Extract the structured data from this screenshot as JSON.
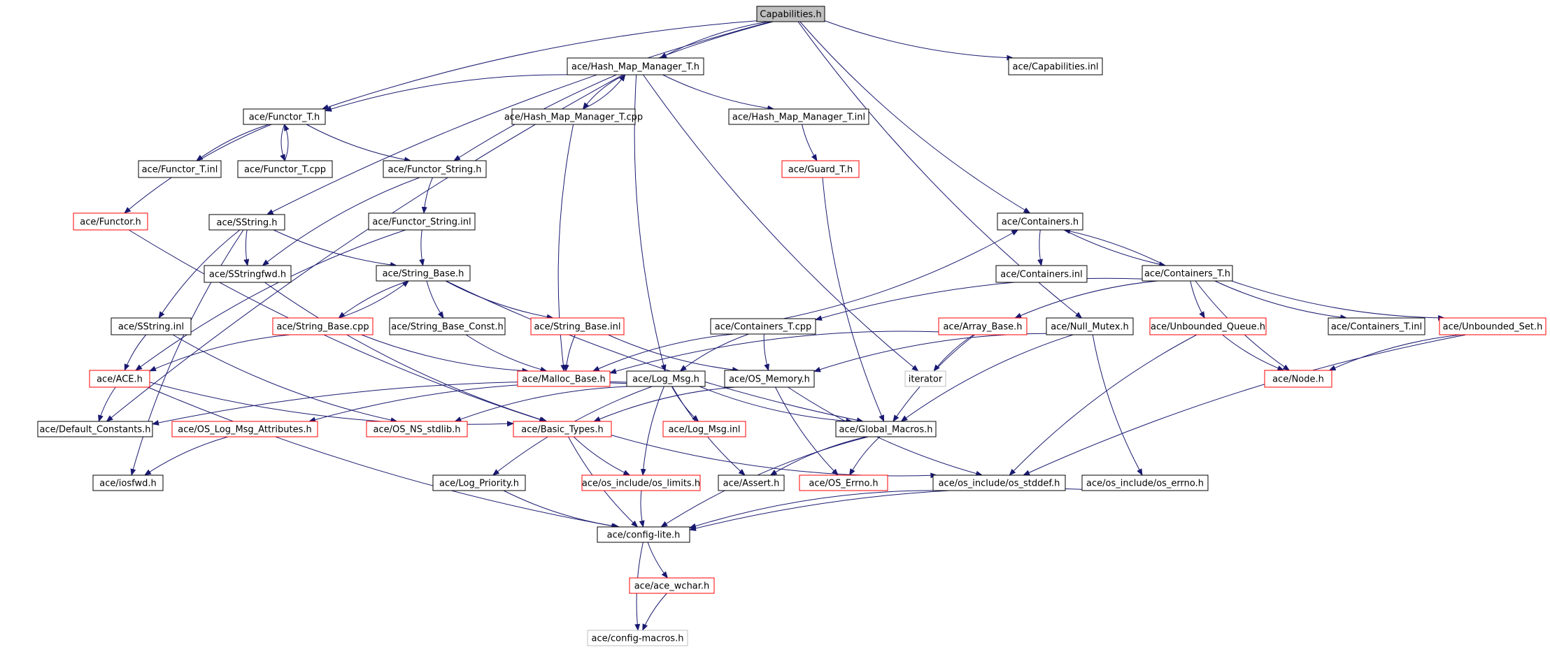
{
  "colors": {
    "edge": "#191970",
    "border_normal": "#000000",
    "border_truncated": "#ff0000",
    "border_external": "#bfbfbf",
    "root_fill": "#bfbfbf",
    "node_fill": "#ffffff"
  },
  "nodes": [
    {
      "id": "cap_h",
      "label": "Capabilities.h",
      "kind": "root"
    },
    {
      "id": "hmm_h",
      "label": "ace/Hash_Map_Manager_T.h",
      "kind": "normal"
    },
    {
      "id": "cap_inl",
      "label": "ace/Capabilities.inl",
      "kind": "normal"
    },
    {
      "id": "functor_t_h",
      "label": "ace/Functor_T.h",
      "kind": "normal"
    },
    {
      "id": "hmm_cpp",
      "label": "ace/Hash_Map_Manager_T.cpp",
      "kind": "normal"
    },
    {
      "id": "hmm_inl",
      "label": "ace/Hash_Map_Manager_T.inl",
      "kind": "normal"
    },
    {
      "id": "functor_t_inl",
      "label": "ace/Functor_T.inl",
      "kind": "normal"
    },
    {
      "id": "functor_t_cpp",
      "label": "ace/Functor_T.cpp",
      "kind": "normal"
    },
    {
      "id": "functor_string_h",
      "label": "ace/Functor_String.h",
      "kind": "normal"
    },
    {
      "id": "guard_t_h",
      "label": "ace/Guard_T.h",
      "kind": "truncated"
    },
    {
      "id": "functor_h",
      "label": "ace/Functor.h",
      "kind": "truncated"
    },
    {
      "id": "sstring_h",
      "label": "ace/SString.h",
      "kind": "normal"
    },
    {
      "id": "functor_string_inl",
      "label": "ace/Functor_String.inl",
      "kind": "normal"
    },
    {
      "id": "containers_h",
      "label": "ace/Containers.h",
      "kind": "normal"
    },
    {
      "id": "sstringfwd_h",
      "label": "ace/SStringfwd.h",
      "kind": "normal"
    },
    {
      "id": "string_base_h",
      "label": "ace/String_Base.h",
      "kind": "normal"
    },
    {
      "id": "containers_inl",
      "label": "ace/Containers.inl",
      "kind": "normal"
    },
    {
      "id": "containers_t_h",
      "label": "ace/Containers_T.h",
      "kind": "normal"
    },
    {
      "id": "sstring_inl",
      "label": "ace/SString.inl",
      "kind": "normal"
    },
    {
      "id": "string_base_cpp",
      "label": "ace/String_Base.cpp",
      "kind": "truncated"
    },
    {
      "id": "string_base_const_h",
      "label": "ace/String_Base_Const.h",
      "kind": "normal"
    },
    {
      "id": "string_base_inl",
      "label": "ace/String_Base.inl",
      "kind": "truncated"
    },
    {
      "id": "containers_t_cpp",
      "label": "ace/Containers_T.cpp",
      "kind": "normal"
    },
    {
      "id": "array_base_h",
      "label": "ace/Array_Base.h",
      "kind": "truncated"
    },
    {
      "id": "null_mutex_h",
      "label": "ace/Null_Mutex.h",
      "kind": "normal"
    },
    {
      "id": "unbounded_queue_h",
      "label": "ace/Unbounded_Queue.h",
      "kind": "truncated"
    },
    {
      "id": "containers_t_inl",
      "label": "ace/Containers_T.inl",
      "kind": "normal"
    },
    {
      "id": "unbounded_set_h",
      "label": "ace/Unbounded_Set.h",
      "kind": "truncated"
    },
    {
      "id": "ace_h",
      "label": "ace/ACE.h",
      "kind": "truncated"
    },
    {
      "id": "malloc_base_h",
      "label": "ace/Malloc_Base.h",
      "kind": "truncated"
    },
    {
      "id": "log_msg_h",
      "label": "ace/Log_Msg.h",
      "kind": "normal"
    },
    {
      "id": "os_memory_h",
      "label": "ace/OS_Memory.h",
      "kind": "normal"
    },
    {
      "id": "iterator",
      "label": "iterator",
      "kind": "external"
    },
    {
      "id": "node_h",
      "label": "ace/Node.h",
      "kind": "truncated"
    },
    {
      "id": "default_constants_h",
      "label": "ace/Default_Constants.h",
      "kind": "normal"
    },
    {
      "id": "os_log_msg_attr_h",
      "label": "ace/OS_Log_Msg_Attributes.h",
      "kind": "truncated"
    },
    {
      "id": "os_ns_stdlib_h",
      "label": "ace/OS_NS_stdlib.h",
      "kind": "truncated"
    },
    {
      "id": "basic_types_h",
      "label": "ace/Basic_Types.h",
      "kind": "truncated"
    },
    {
      "id": "log_msg_inl",
      "label": "ace/Log_Msg.inl",
      "kind": "truncated"
    },
    {
      "id": "global_macros_h",
      "label": "ace/Global_Macros.h",
      "kind": "normal"
    },
    {
      "id": "iosfwd_h",
      "label": "ace/iosfwd.h",
      "kind": "normal"
    },
    {
      "id": "log_priority_h",
      "label": "ace/Log_Priority.h",
      "kind": "normal"
    },
    {
      "id": "os_limits_h",
      "label": "ace/os_include/os_limits.h",
      "kind": "truncated"
    },
    {
      "id": "assert_h",
      "label": "ace/Assert.h",
      "kind": "normal"
    },
    {
      "id": "os_errno_h",
      "label": "ace/OS_Errno.h",
      "kind": "truncated"
    },
    {
      "id": "os_stddef_h",
      "label": "ace/os_include/os_stddef.h",
      "kind": "normal"
    },
    {
      "id": "os_errno2_h",
      "label": "ace/os_include/os_errno.h",
      "kind": "normal"
    },
    {
      "id": "config_lite_h",
      "label": "ace/config-lite.h",
      "kind": "normal"
    },
    {
      "id": "ace_wchar_h",
      "label": "ace/ace_wchar.h",
      "kind": "truncated"
    },
    {
      "id": "config_macros_h",
      "label": "ace/config-macros.h",
      "kind": "external"
    }
  ],
  "edges": [
    [
      "cap_h",
      "hmm_h"
    ],
    [
      "cap_h",
      "cap_inl"
    ],
    [
      "cap_h",
      "containers_h"
    ],
    [
      "cap_h",
      "null_mutex_h"
    ],
    [
      "cap_h",
      "sstring_h"
    ],
    [
      "cap_h",
      "functor_string_h"
    ],
    [
      "cap_h",
      "functor_t_h"
    ],
    [
      "hmm_h",
      "functor_t_h"
    ],
    [
      "hmm_h",
      "hmm_cpp"
    ],
    [
      "hmm_h",
      "hmm_inl"
    ],
    [
      "hmm_h",
      "default_constants_h"
    ],
    [
      "hmm_h",
      "log_msg_h"
    ],
    [
      "hmm_h",
      "iterator"
    ],
    [
      "hmm_cpp",
      "hmm_h"
    ],
    [
      "hmm_cpp",
      "malloc_base_h"
    ],
    [
      "hmm_inl",
      "guard_t_h"
    ],
    [
      "guard_t_h",
      "global_macros_h"
    ],
    [
      "functor_t_h",
      "functor_t_inl"
    ],
    [
      "functor_t_h",
      "functor_t_cpp"
    ],
    [
      "functor_t_cpp",
      "functor_t_h"
    ],
    [
      "functor_t_h",
      "functor_string_h"
    ],
    [
      "functor_t_h",
      "functor_h"
    ],
    [
      "functor_h",
      "basic_types_h"
    ],
    [
      "functor_string_h",
      "functor_string_inl"
    ],
    [
      "functor_string_h",
      "sstringfwd_h"
    ],
    [
      "functor_string_inl",
      "string_base_h"
    ],
    [
      "functor_string_inl",
      "ace_h"
    ],
    [
      "sstring_h",
      "sstringfwd_h"
    ],
    [
      "sstring_h",
      "string_base_h"
    ],
    [
      "sstring_h",
      "sstring_inl"
    ],
    [
      "sstring_h",
      "iosfwd_h"
    ],
    [
      "sstringfwd_h",
      "basic_types_h"
    ],
    [
      "sstring_inl",
      "ace_h"
    ],
    [
      "sstring_inl",
      "os_ns_stdlib_h"
    ],
    [
      "string_base_h",
      "string_base_cpp"
    ],
    [
      "string_base_cpp",
      "string_base_h"
    ],
    [
      "string_base_h",
      "string_base_const_h"
    ],
    [
      "string_base_h",
      "string_base_inl"
    ],
    [
      "string_base_h",
      "global_macros_h"
    ],
    [
      "string_base_cpp",
      "ace_h"
    ],
    [
      "string_base_cpp",
      "malloc_base_h"
    ],
    [
      "string_base_const_h",
      "malloc_base_h"
    ],
    [
      "string_base_inl",
      "malloc_base_h"
    ],
    [
      "string_base_inl",
      "os_memory_h"
    ],
    [
      "containers_h",
      "containers_inl"
    ],
    [
      "containers_h",
      "containers_t_h"
    ],
    [
      "containers_t_h",
      "containers_h"
    ],
    [
      "containers_t_h",
      "containers_t_cpp"
    ],
    [
      "containers_t_h",
      "array_base_h"
    ],
    [
      "containers_t_h",
      "unbounded_queue_h"
    ],
    [
      "containers_t_h",
      "containers_t_inl"
    ],
    [
      "containers_t_h",
      "unbounded_set_h"
    ],
    [
      "containers_t_h",
      "node_h"
    ],
    [
      "containers_t_cpp",
      "containers_h"
    ],
    [
      "containers_t_cpp",
      "malloc_base_h"
    ],
    [
      "containers_t_cpp",
      "log_msg_h"
    ],
    [
      "containers_t_cpp",
      "os_memory_h"
    ],
    [
      "array_base_h",
      "malloc_base_h"
    ],
    [
      "array_base_h",
      "iterator"
    ],
    [
      "array_base_h",
      "global_macros_h"
    ],
    [
      "null_mutex_h",
      "os_memory_h"
    ],
    [
      "null_mutex_h",
      "global_macros_h"
    ],
    [
      "null_mutex_h",
      "os_errno2_h"
    ],
    [
      "unbounded_queue_h",
      "node_h"
    ],
    [
      "unbounded_queue_h",
      "os_stddef_h"
    ],
    [
      "unbounded_set_h",
      "node_h"
    ],
    [
      "unbounded_set_h",
      "os_stddef_h"
    ],
    [
      "ace_h",
      "default_constants_h"
    ],
    [
      "ace_h",
      "basic_types_h"
    ],
    [
      "ace_h",
      "config_lite_h"
    ],
    [
      "log_msg_h",
      "default_constants_h"
    ],
    [
      "log_msg_h",
      "os_log_msg_attr_h"
    ],
    [
      "log_msg_h",
      "os_ns_stdlib_h"
    ],
    [
      "log_msg_h",
      "log_msg_inl"
    ],
    [
      "log_msg_h",
      "global_macros_h"
    ],
    [
      "log_msg_h",
      "log_priority_h"
    ],
    [
      "log_msg_h",
      "os_limits_h"
    ],
    [
      "log_msg_h",
      "assert_h"
    ],
    [
      "os_memory_h",
      "basic_types_h"
    ],
    [
      "os_memory_h",
      "os_errno_h"
    ],
    [
      "os_memory_h",
      "os_stddef_h"
    ],
    [
      "os_log_msg_attr_h",
      "iosfwd_h"
    ],
    [
      "basic_types_h",
      "os_limits_h"
    ],
    [
      "basic_types_h",
      "os_stddef_h"
    ],
    [
      "basic_types_h",
      "config_lite_h"
    ],
    [
      "global_macros_h",
      "assert_h"
    ],
    [
      "global_macros_h",
      "os_errno_h"
    ],
    [
      "global_macros_h",
      "config_lite_h"
    ],
    [
      "log_priority_h",
      "config_lite_h"
    ],
    [
      "os_limits_h",
      "config_lite_h"
    ],
    [
      "os_stddef_h",
      "config_lite_h"
    ],
    [
      "os_errno2_h",
      "config_lite_h"
    ],
    [
      "config_lite_h",
      "ace_wchar_h"
    ],
    [
      "config_lite_h",
      "config_macros_h"
    ],
    [
      "ace_wchar_h",
      "config_macros_h"
    ]
  ]
}
